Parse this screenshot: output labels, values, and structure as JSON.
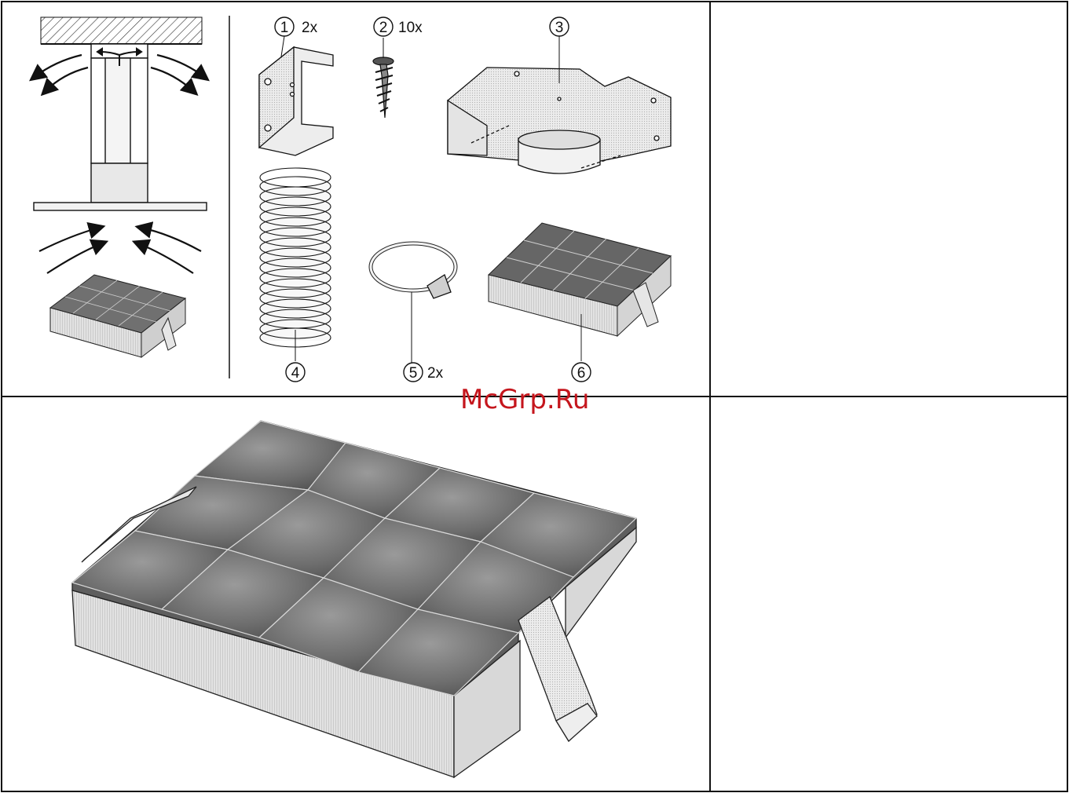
{
  "watermark": "McGrp.Ru",
  "parts": [
    {
      "number": "1",
      "quantity": "2x",
      "name": "bracket-part"
    },
    {
      "number": "2",
      "quantity": "10x",
      "name": "screw-part"
    },
    {
      "number": "3",
      "quantity": "",
      "name": "air-diverter-part"
    },
    {
      "number": "4",
      "quantity": "",
      "name": "flexible-duct-part"
    },
    {
      "number": "5",
      "quantity": "2x",
      "name": "hose-clamp-part"
    },
    {
      "number": "6",
      "quantity": "",
      "name": "charcoal-filter-part"
    }
  ],
  "icons": [
    "ceiling-icon",
    "airflow-arrow-icon",
    "cooker-hood-icon",
    "charcoal-filter-icon"
  ],
  "colors": {
    "line": "#1a1a1a",
    "filter_top": "#6b6b6b",
    "filter_side": "#d6d6d6",
    "watermark": "#c5161d"
  }
}
